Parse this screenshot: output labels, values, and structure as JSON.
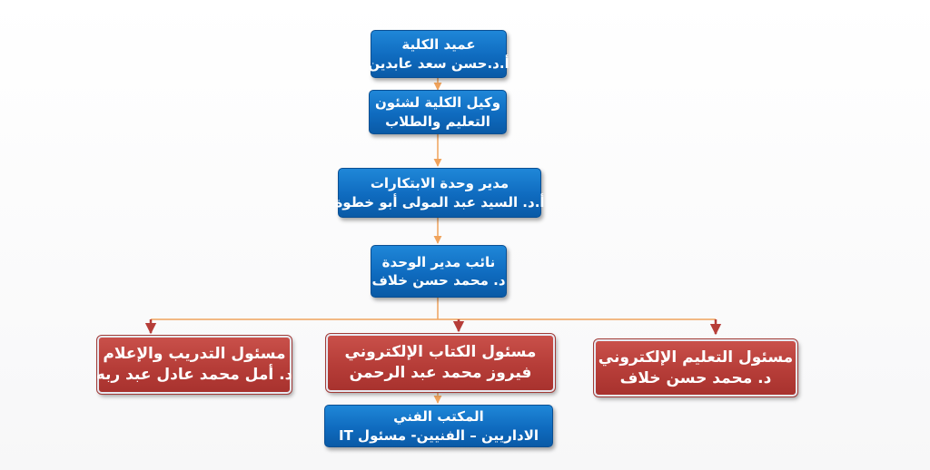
{
  "colors": {
    "blue_box": "#0f6bbf",
    "red_box": "#b63d38",
    "connector": "#f0a35c",
    "arrow_red": "#b63d38"
  },
  "nodes": {
    "dean": {
      "title": "عميد الكلية",
      "name": "أ.د.حسن سعد عابدين"
    },
    "vice_dean": {
      "title": "وكيل الكلية لشئون",
      "name": "التعليم والطلاب"
    },
    "unit_director": {
      "title": "مدير وحدة الابتكارات",
      "name": "أ.د. السيد عبد المولى أبو خطوة"
    },
    "deputy_director": {
      "title": "نائب مدير الوحدة",
      "name": "د. محمد حسن خلاف"
    },
    "training_media": {
      "title": "مسئول التدريب والإعلام",
      "name": "د. أمل محمد عادل عبد ربه"
    },
    "ebook": {
      "title": "مسئول الكتاب الإلكتروني",
      "name": "فيروز محمد عبد الرحمن"
    },
    "elearning": {
      "title": "مسئول التعليم الإلكتروني",
      "name": "د. محمد حسن خلاف"
    },
    "technical_office": {
      "title": "المكتب الفني",
      "name": "الاداريين – الفنيين- مسئول IT"
    }
  }
}
